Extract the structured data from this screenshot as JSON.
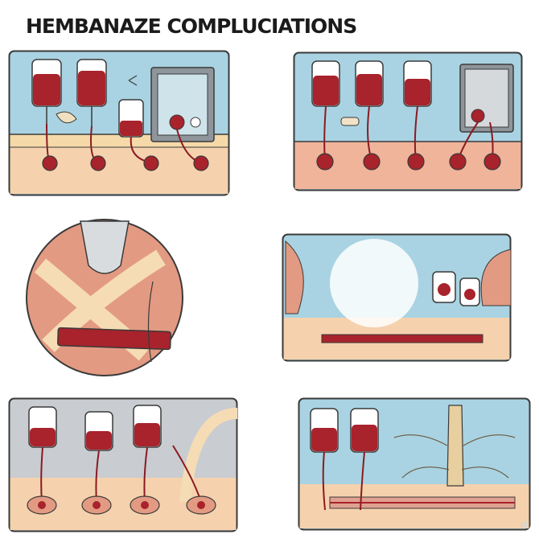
{
  "title": "HEMBANAZE COMPLUCIATIONS",
  "watermark": "ai",
  "colors": {
    "outline": "#3a3a3a",
    "sky": "#a9d3e2",
    "skin": "#f5d2ad",
    "tissue": "#e9a48d",
    "blood": "#a8232c",
    "frame": "#b7bcc2",
    "panel_gray": "#c9ccd0"
  },
  "panels": [
    {
      "id": "p1",
      "icon": "blood-transfusion-to-monitor"
    },
    {
      "id": "p2",
      "icon": "multi-bag-transfusion"
    },
    {
      "id": "p3",
      "icon": "magnified-vessel-cross-section"
    },
    {
      "id": "p4",
      "icon": "vascular-burst"
    },
    {
      "id": "p5",
      "icon": "multi-line-infusion"
    },
    {
      "id": "p6",
      "icon": "tree-root-vessel-damage"
    }
  ]
}
